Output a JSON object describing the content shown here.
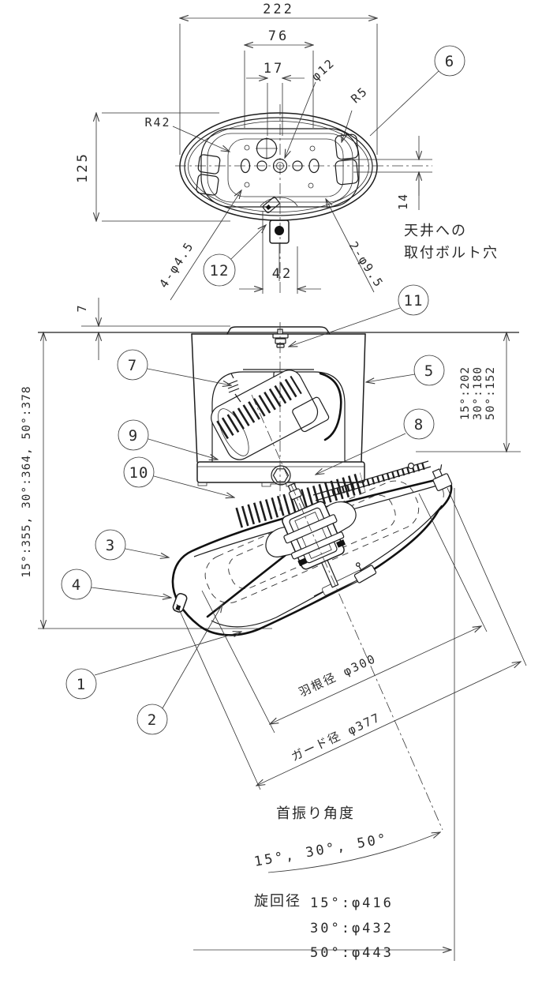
{
  "meta": {
    "drawing_type": "ceiling-mount oscillating fan installation drawing",
    "colors": {
      "line": "#1d1d1d",
      "dim_line": "#3a3a3a",
      "background": "#ffffff"
    }
  },
  "top_view": {
    "dim_222": "222",
    "dim_76": "76",
    "dim_17": "17",
    "dim_phi12": "φ12",
    "dim_r5": "R5",
    "dim_r42": "R42",
    "dim_125": "125",
    "dim_14": "14",
    "dim_42": "42",
    "dim_4_holes": "4-φ4.5",
    "dim_2_holes": "2-φ9.5",
    "note_line1": "天井への",
    "note_line2": "取付ボルト穴",
    "callout_6": "6",
    "callout_12": "12"
  },
  "side_view": {
    "dim_7": "7",
    "left_overall_heights": "15°:355, 30°:364, 50°:378",
    "right_heights": [
      "15°:202",
      "30°:180",
      "50°:152"
    ],
    "blade_diameter": "羽根径 φ300",
    "guard_diameter": "ガード径 φ377",
    "swing_title": "首振り角度",
    "swing_angles": "15°, 30°, 50°",
    "swivel_label": "旋回径",
    "swivel_rows": [
      "15°:φ416",
      "30°:φ432",
      "50°:φ443"
    ],
    "callouts": [
      "1",
      "2",
      "3",
      "4",
      "5",
      "7",
      "8",
      "9",
      "10",
      "11"
    ]
  }
}
